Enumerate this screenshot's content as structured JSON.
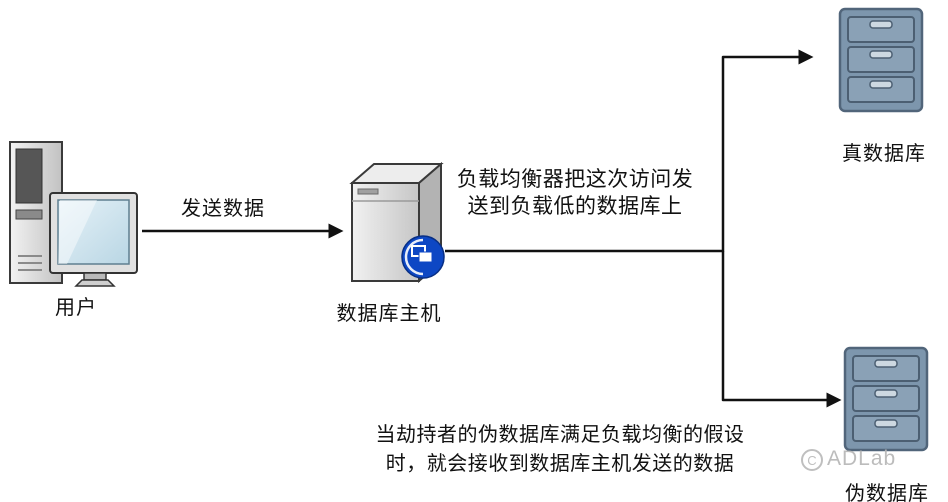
{
  "diagram": {
    "nodes": {
      "user": {
        "label": "用户"
      },
      "server": {
        "label": "数据库主机"
      },
      "real_db": {
        "label": "真数据库"
      },
      "fake_db": {
        "label": "伪数据库"
      }
    },
    "edges": {
      "send_data": {
        "label": "发送数据"
      }
    },
    "notes": {
      "balancer": {
        "line1": "负载均衡器把这次访问发",
        "line2": "送到负载低的数据库上"
      },
      "hijack": {
        "line1": "当劫持者的伪数据库满足负载均衡的假设",
        "line2": "时，就会接收到数据库主机发送的数据"
      }
    },
    "watermark": {
      "logo_letter": "C",
      "text": "ADLab"
    },
    "icons": {
      "user": "desktop-pc-icon",
      "server": "server-tower-icon",
      "server_badge": "blue-windows-badge-icon",
      "real_db": "file-cabinet-icon",
      "fake_db": "file-cabinet-icon",
      "watermark": "c-circle-icon"
    },
    "colors": {
      "arrow": "#111111",
      "text": "#111111",
      "cabinet_body": "#7d96ad",
      "cabinet_stroke": "#51657a",
      "drawer_face": "#8aa1b6",
      "drawer_handle": "#cdd8e1",
      "badge_blue": "#0d47c4",
      "screen_blue": "#cfe4ee",
      "watermark_gray": "#b5b5b5"
    }
  }
}
